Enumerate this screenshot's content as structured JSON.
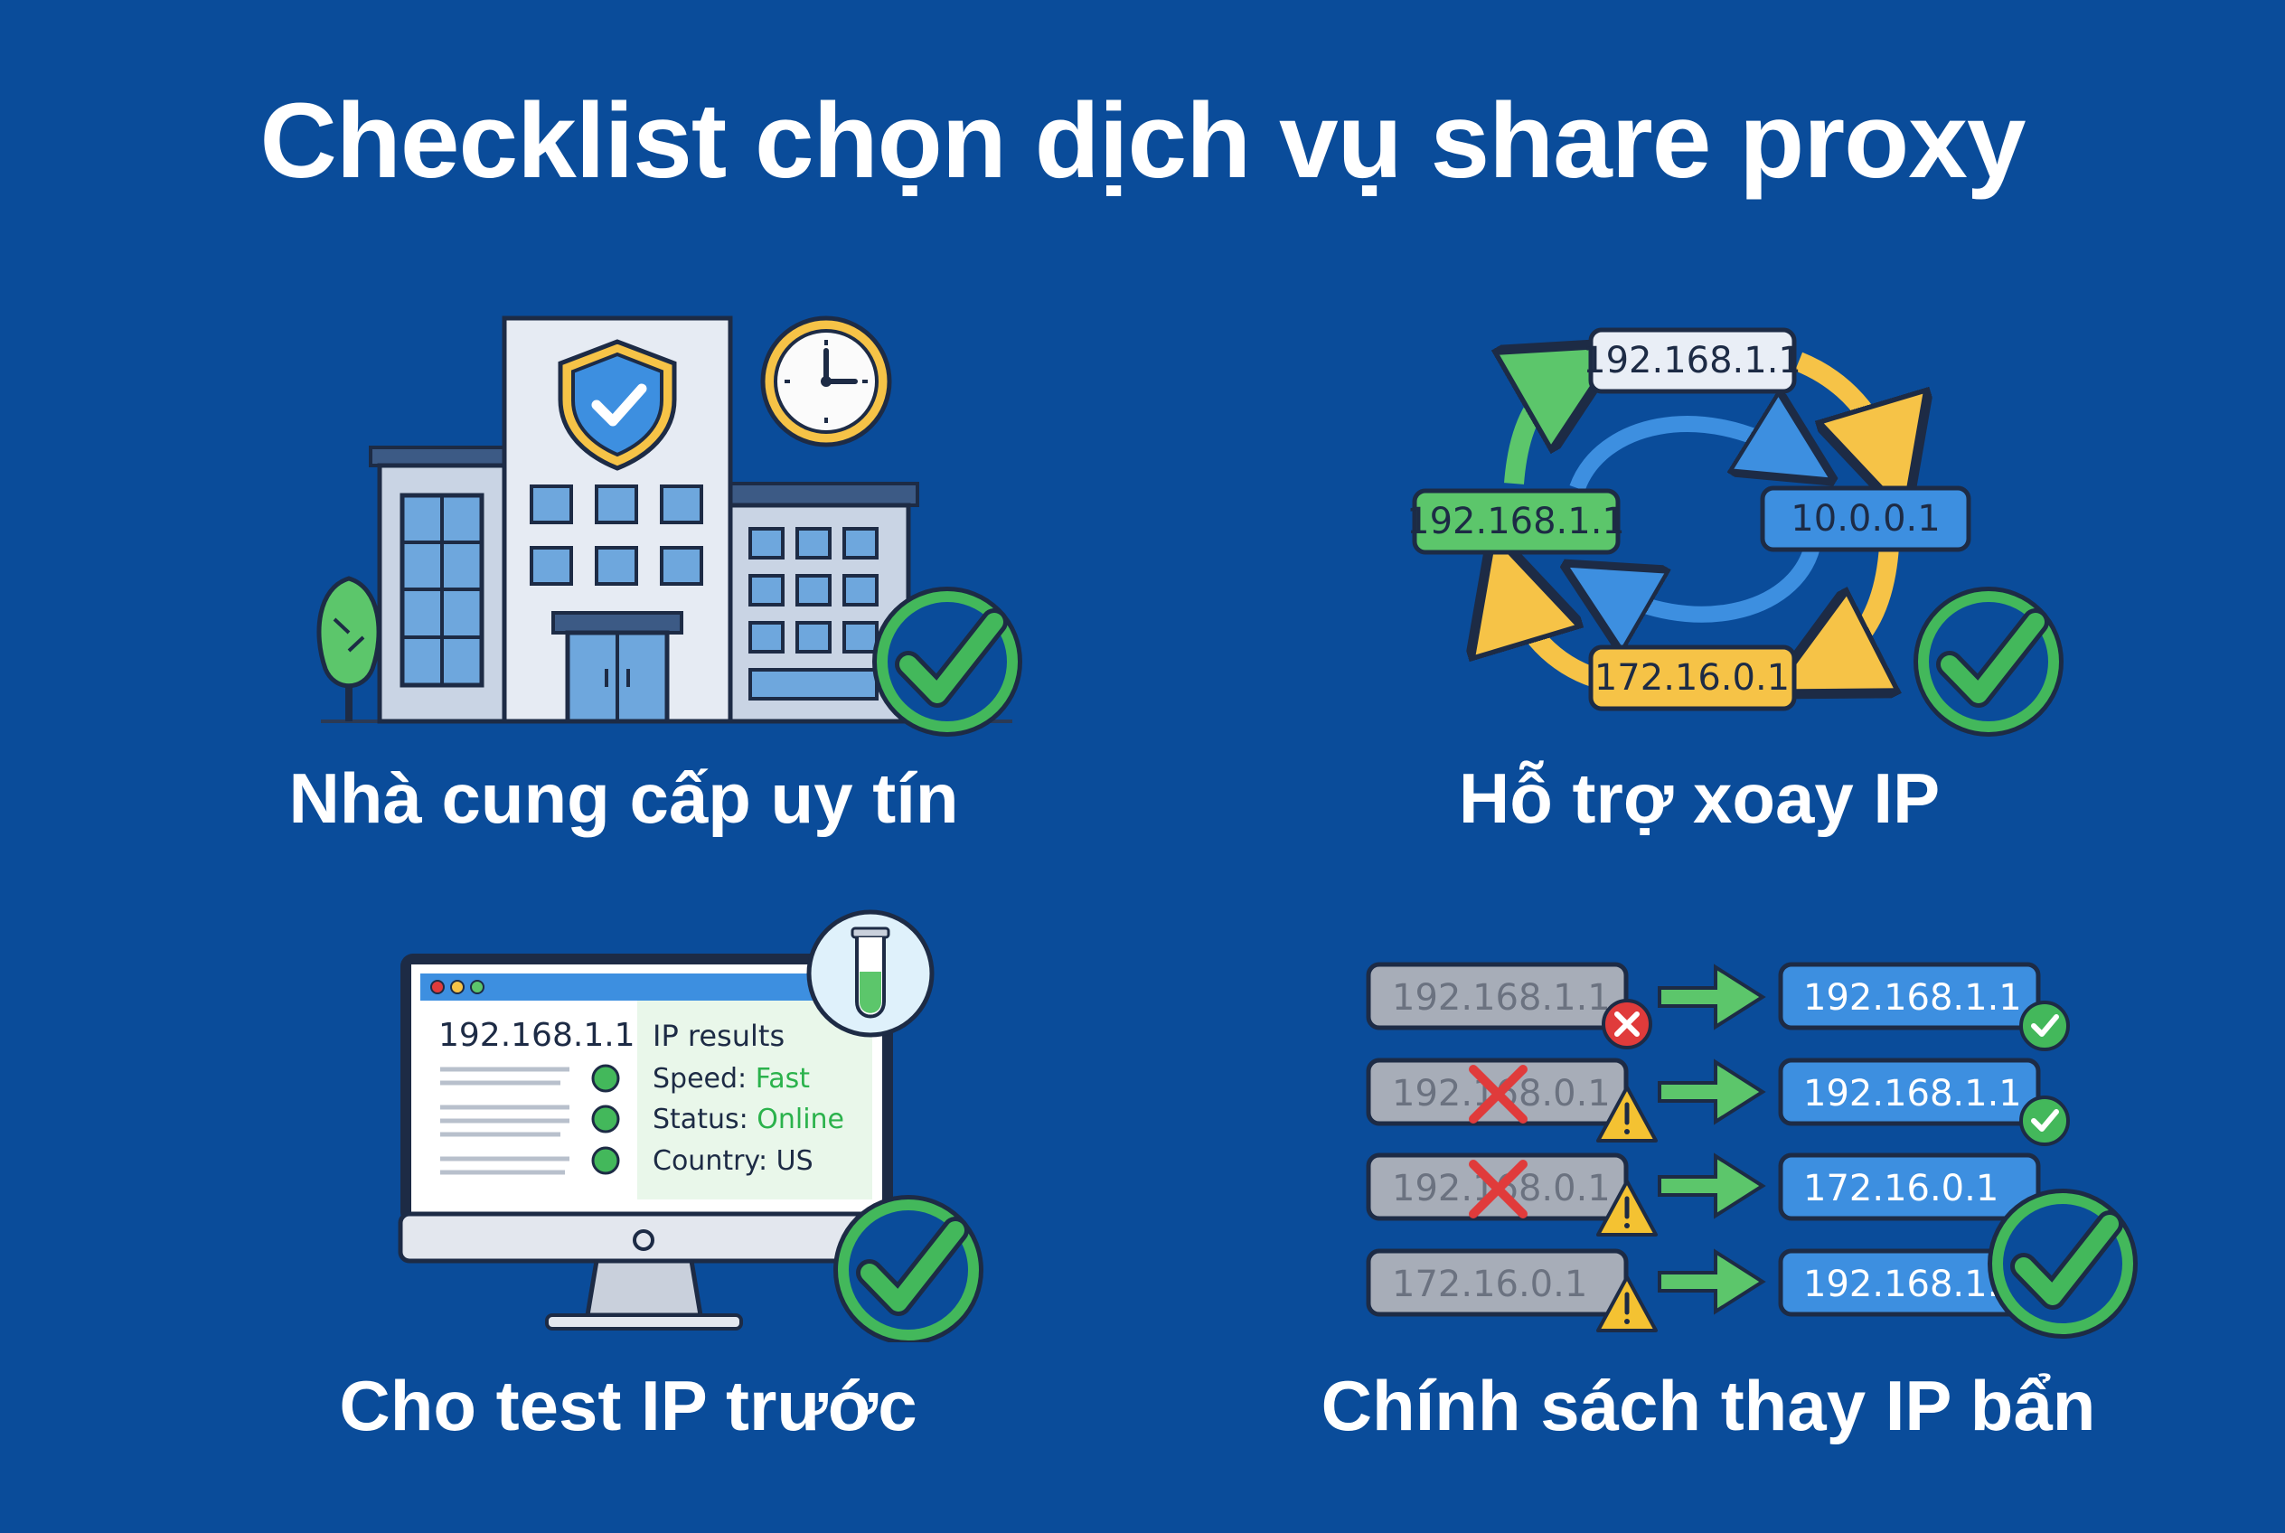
{
  "title": "Checklist chọn dịch vụ share proxy",
  "colors": {
    "background": "#0a4c9a",
    "check_green": "#43b85b",
    "ip_blue": "#3d8fe0",
    "ip_green": "#5cc66b",
    "ip_yellow": "#f6c347",
    "ip_gray": "#a7adb8",
    "error_red": "#e03b3b",
    "warning_yellow": "#f4c232"
  },
  "panels": {
    "provider": {
      "caption": "Nhà cung cấp uy tín",
      "icons": [
        "building-icon",
        "shield-check-icon",
        "clock-icon",
        "tree-icon",
        "check-circle-icon"
      ]
    },
    "rotation": {
      "caption": "Hỗ trợ xoay IP",
      "ips": [
        "192.168.1.1",
        "10.0.0.1",
        "172.16.0.1",
        "192.168.1.1"
      ]
    },
    "test": {
      "caption": "Cho test IP trước",
      "ip": "192.168.1.1",
      "results_title": "IP results",
      "speed_label": "Speed:",
      "speed_value": "Fast",
      "status_label": "Status:",
      "status_value": "Online",
      "country_label": "Country:",
      "country_value": "US"
    },
    "replace": {
      "caption": "Chính sách thay IP bẩn",
      "old_ips": [
        "192.168.1.1",
        "192.168.0.1",
        "192.168.0.1",
        "172.16.0.1"
      ],
      "new_ips": [
        "192.168.1.1",
        "192.168.1.1",
        "172.16.0.1",
        "192.168.1.1"
      ]
    }
  }
}
